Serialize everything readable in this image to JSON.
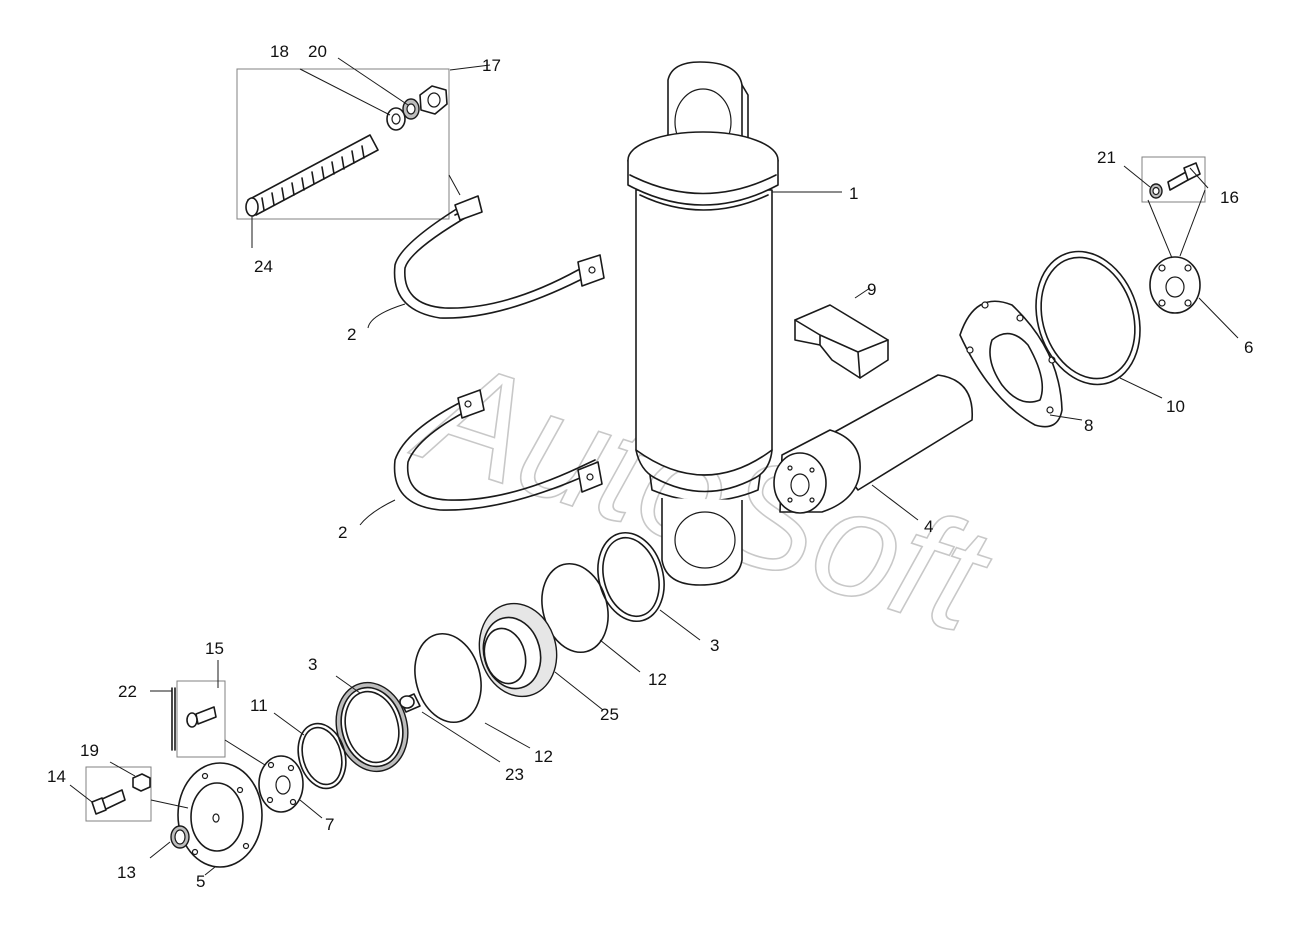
{
  "watermark": "AutoSoft",
  "callouts": {
    "c1": "1",
    "c2a": "2",
    "c2b": "2",
    "c3a": "3",
    "c3b": "3",
    "c4": "4",
    "c5": "5",
    "c6": "6",
    "c7": "7",
    "c8": "8",
    "c9": "9",
    "c10": "10",
    "c11": "11",
    "c12a": "12",
    "c12b": "12",
    "c13": "13",
    "c14": "14",
    "c15": "15",
    "c16": "16",
    "c17": "17",
    "c18": "18",
    "c19": "19",
    "c20": "20",
    "c21": "21",
    "c22": "22",
    "c23": "23",
    "c24": "24",
    "c25": "25"
  }
}
